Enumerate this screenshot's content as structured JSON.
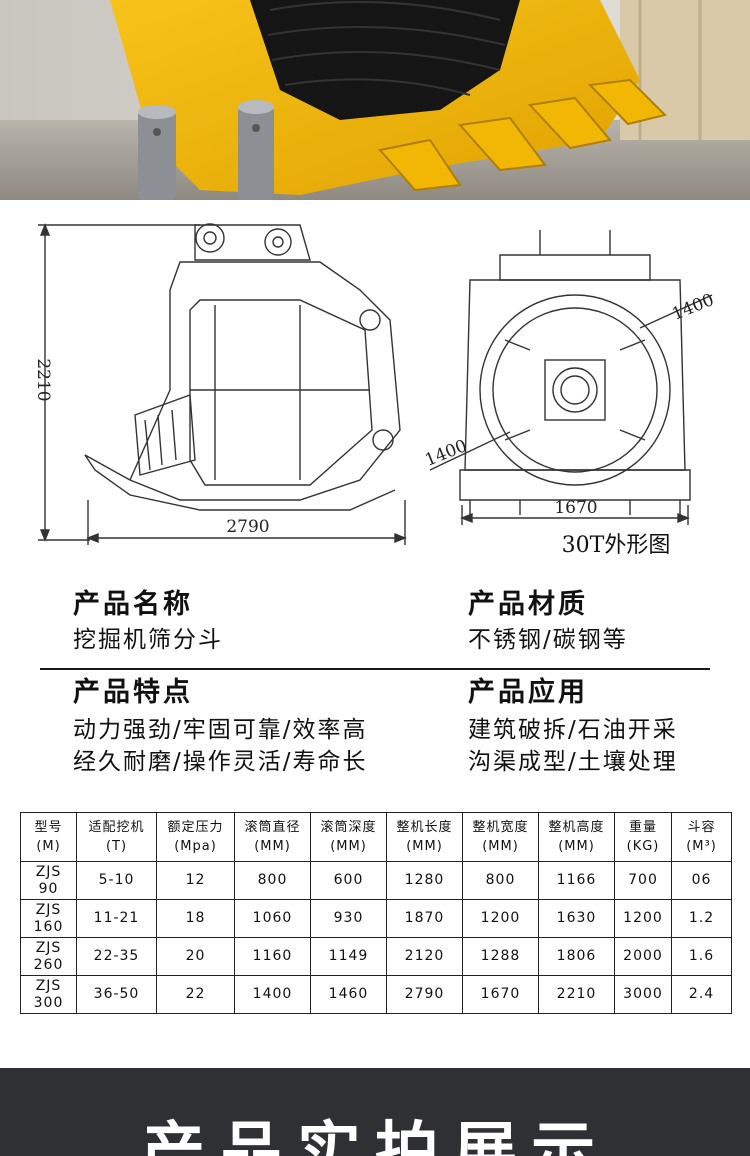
{
  "drawing": {
    "height_dim": "2210",
    "length_dim": "2790",
    "width_dim": "1670",
    "drum_diameter_dim": "1400",
    "drum_depth_dim": "1400",
    "caption": "30T外形图"
  },
  "product": {
    "name_label": "产品名称",
    "name_value": "挖掘机筛分斗",
    "material_label": "产品材质",
    "material_value": "不锈钢/碳钢等",
    "features_label": "产品特点",
    "features_line1": "动力强劲/牢固可靠/效率高",
    "features_line2": "经久耐磨/操作灵活/寿命长",
    "application_label": "产品应用",
    "application_line1": "建筑破拆/石油开采",
    "application_line2": "沟渠成型/土壤处理"
  },
  "spec_table": {
    "headers": [
      [
        "型号",
        "(M)"
      ],
      [
        "适配挖机",
        "(T)"
      ],
      [
        "额定压力",
        "(Mpa)"
      ],
      [
        "滚筒直径",
        "(MM)"
      ],
      [
        "滚筒深度",
        "(MM)"
      ],
      [
        "整机长度",
        "(MM)"
      ],
      [
        "整机宽度",
        "(MM)"
      ],
      [
        "整机高度",
        "(MM)"
      ],
      [
        "重量",
        "(KG)"
      ],
      [
        "斗容",
        "(M³)"
      ]
    ],
    "rows": [
      [
        [
          "ZJS",
          "90"
        ],
        "5-10",
        "12",
        "800",
        "600",
        "1280",
        "800",
        "1166",
        "700",
        "06"
      ],
      [
        [
          "ZJS",
          "160"
        ],
        "11-21",
        "18",
        "1060",
        "930",
        "1870",
        "1200",
        "1630",
        "1200",
        "1.2"
      ],
      [
        [
          "ZJS",
          "260"
        ],
        "22-35",
        "20",
        "1160",
        "1149",
        "2120",
        "1288",
        "1806",
        "2000",
        "1.6"
      ],
      [
        [
          "ZJS",
          "300"
        ],
        "36-50",
        "22",
        "1400",
        "1460",
        "2790",
        "1670",
        "2210",
        "3000",
        "2.4"
      ]
    ]
  },
  "banner": {
    "title": "产品实拍展示"
  },
  "colors": {
    "bucket_yellow": "#f2b705",
    "banner_bg": "#2f3033"
  }
}
